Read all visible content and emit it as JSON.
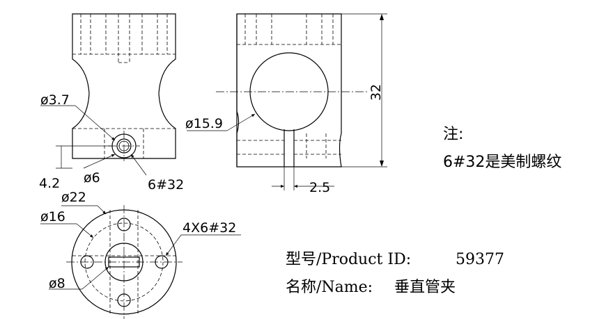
{
  "dimensions": {
    "hole_dia_small": "ø3.7",
    "bore_dia": "ø15.9",
    "height": "32",
    "offset": "4.2",
    "counterbore_dia": "ø6",
    "thread_side": "6#32",
    "slot_width": "2.5",
    "outer_dia": "ø22",
    "bolt_circle_dia": "ø16",
    "holes_spec": "4X6#32",
    "inner_dia": "ø8"
  },
  "note": {
    "title": "注:",
    "text": "6#32是美制螺纹"
  },
  "info": {
    "product_id_label": "型号/Product ID:",
    "product_id_value": "59377",
    "name_label": "名称/Name:",
    "name_value": "垂直管夹"
  }
}
